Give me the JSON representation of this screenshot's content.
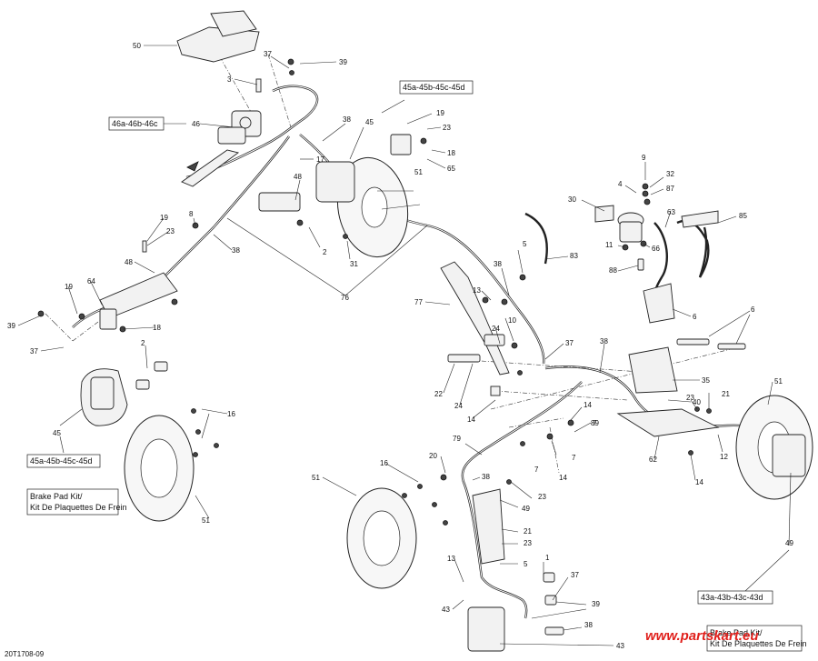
{
  "figure_id": "20T1708-09",
  "watermark": "www.partskart.eu",
  "box_labels": {
    "kit_45": "45a-45b-45c-45d",
    "kit_46": "46a-46b-46c",
    "kit_45_top": "45a-45b-45c-45d",
    "kit_43": "43a-43b-43c-43d",
    "pad_kit_left_1": "Brake Pad Kit/",
    "pad_kit_left_2": "Kit De Plaquettes De Frein",
    "pad_kit_right_1": "Brake Pad Kit/",
    "pad_kit_right_2": "Kit De Plaquettes De Frein"
  },
  "callouts": [
    "50",
    "37",
    "39",
    "3",
    "45",
    "46",
    "38",
    "19",
    "23",
    "18",
    "65",
    "17",
    "48",
    "2",
    "31",
    "51",
    "8",
    "19",
    "23",
    "38",
    "48",
    "64",
    "19",
    "39",
    "37",
    "18",
    "2",
    "45",
    "16",
    "51",
    "76",
    "5",
    "83",
    "38",
    "13",
    "77",
    "10",
    "24",
    "37",
    "38",
    "22",
    "24",
    "14",
    "35",
    "40",
    "14",
    "7",
    "23",
    "21",
    "51",
    "79",
    "20",
    "16",
    "51",
    "38",
    "49",
    "23",
    "21",
    "23",
    "5",
    "13",
    "1",
    "37",
    "39",
    "38",
    "43",
    "43",
    "49",
    "62",
    "12",
    "14",
    "7",
    "14",
    "7",
    "89",
    "30",
    "4",
    "9",
    "32",
    "87",
    "63",
    "85",
    "11",
    "66",
    "88",
    "6",
    "6"
  ]
}
